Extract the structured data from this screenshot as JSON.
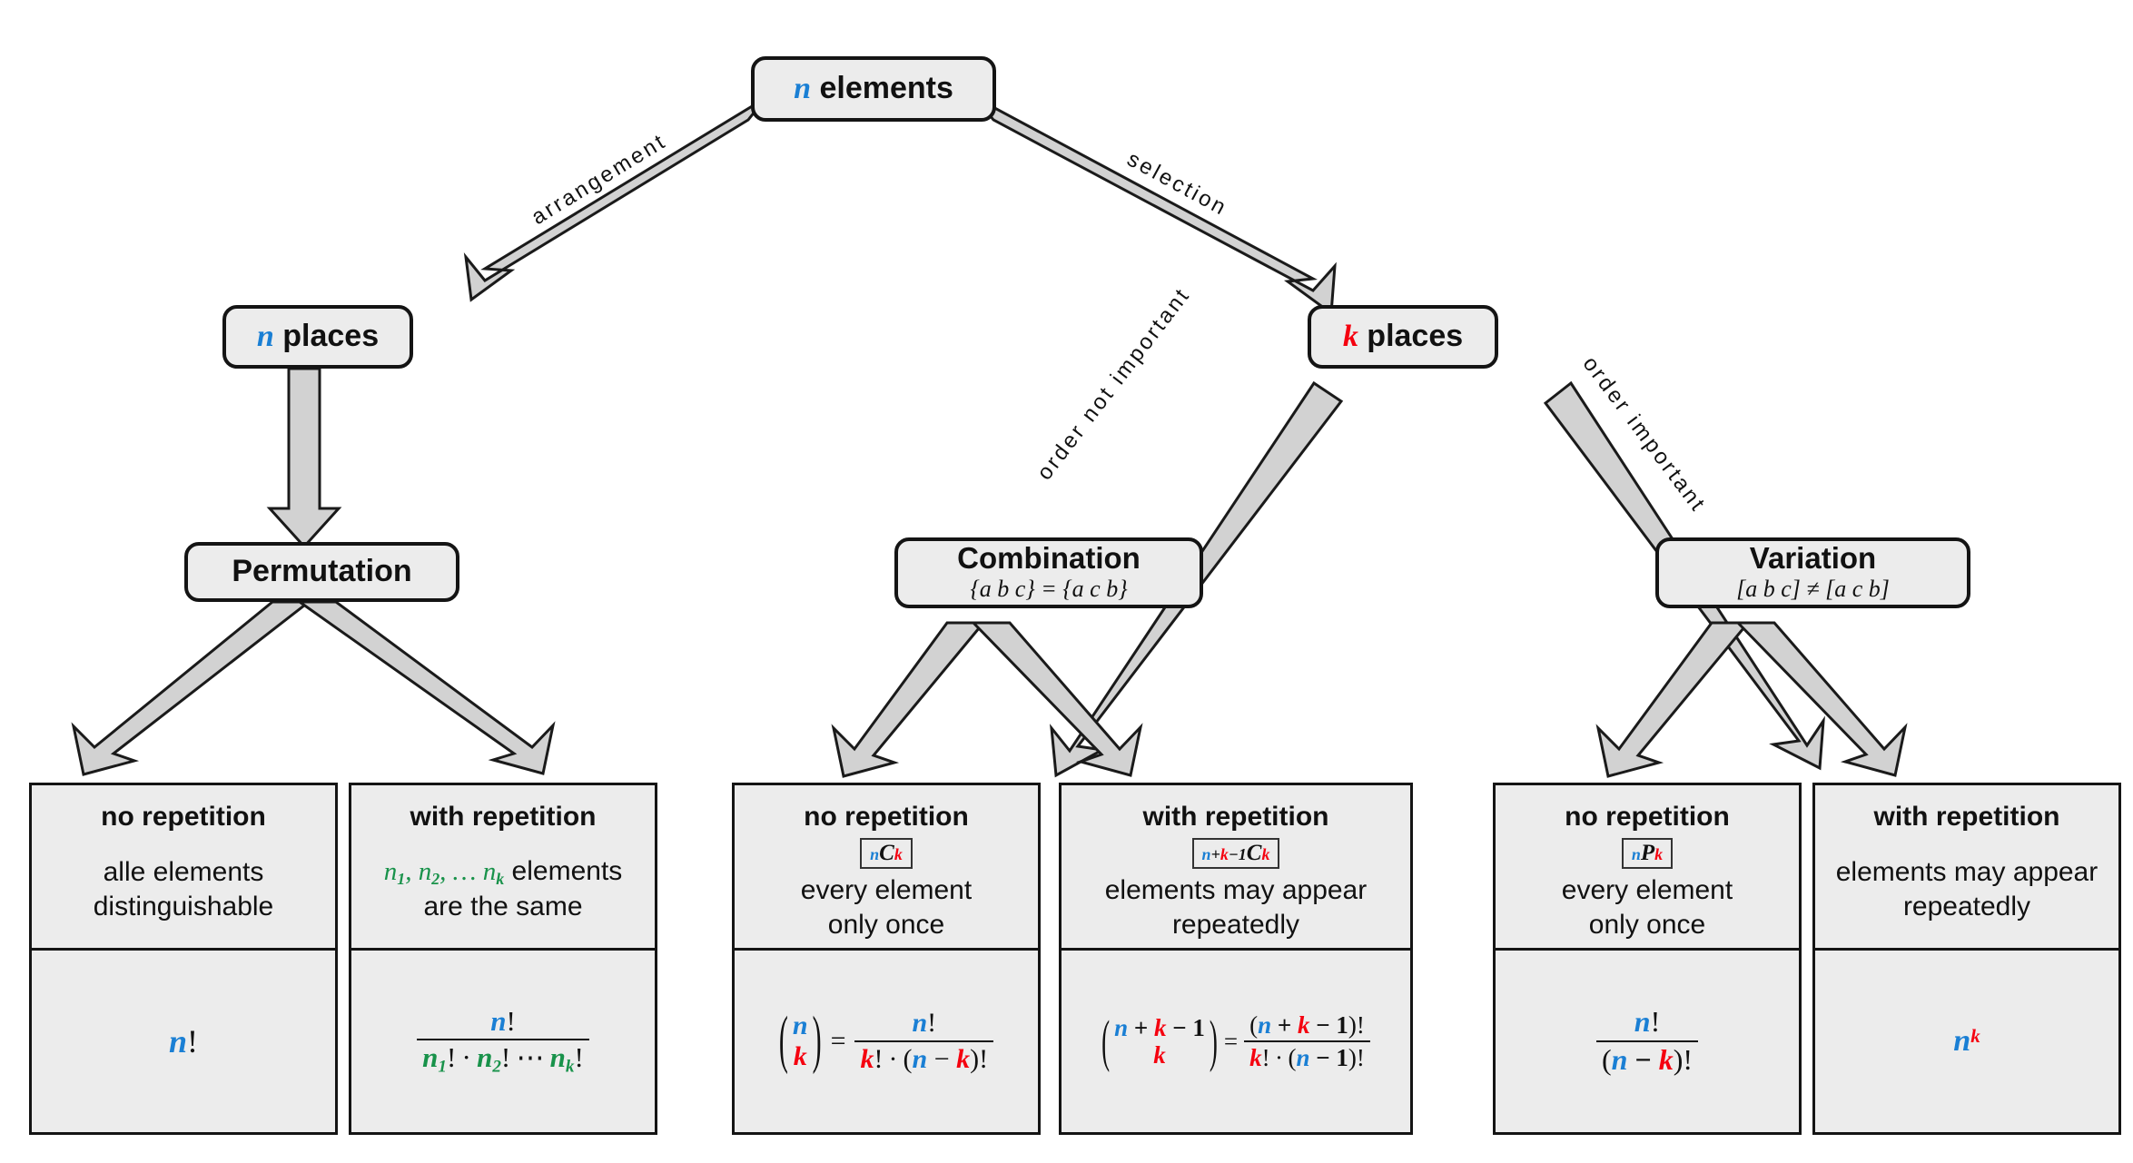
{
  "diagram": {
    "title": "Combinatorics decision tree",
    "colors": {
      "n_blue": "#1a7fd4",
      "k_red": "#f5000f",
      "ni_green": "#18924a",
      "node_fill": "#ececec",
      "stroke": "#141414",
      "arrow_fill": "#d2d2d2"
    }
  },
  "nodes": {
    "root": {
      "var": "n",
      "label": "elements"
    },
    "left2": {
      "var": "n",
      "label": "places"
    },
    "right2": {
      "var": "k",
      "label": "places"
    },
    "permutation": {
      "title": "Permutation",
      "sub": ""
    },
    "combination": {
      "title": "Combination",
      "sub": "{a b c} = {a c b}"
    },
    "variation": {
      "title": "Variation",
      "sub": "[a b c] ≠ [a c b]"
    }
  },
  "edge_labels": {
    "arrangement": "arrangement",
    "selection": "selection",
    "order_not_important": "order not important",
    "order_important": "order important"
  },
  "leaves": [
    {
      "head": "no repetition",
      "notation": "",
      "desc": "alle elements\ndistinguishable",
      "formula": "n!"
    },
    {
      "head": "with repetition",
      "notation": "",
      "desc": "n₁, n₂, … nₖ elements\nare the same",
      "formula": "n! / (n₁! · n₂! ⋯ nₖ!)"
    },
    {
      "head": "no repetition",
      "notation": "nCk",
      "desc": "every element\nonly once",
      "formula": "(n over k) = n! / (k! · (n − k)!)"
    },
    {
      "head": "with repetition",
      "notation": "n+k−1Ck",
      "desc": "elements may appear\nrepeatedly",
      "formula": "(n+k−1 over k) = (n + k − 1)! / (k! · (n − 1)!)"
    },
    {
      "head": "no repetition",
      "notation": "nPk",
      "desc": "every element\nonly once",
      "formula": "n! / (n − k)!"
    },
    {
      "head": "with repetition",
      "notation": "",
      "desc": "elements may appear\nrepeatedly",
      "formula": "n^k"
    }
  ],
  "text_parts": {
    "elements_word": "elements",
    "places_word": "places",
    "alle_elements": "alle elements",
    "distinguishable": "distinguishable",
    "are_the_same": "are the same",
    "elements_word2": "elements",
    "every_element": "every element",
    "only_once": "only once",
    "elements_may_appear": "elements may appear",
    "repeatedly": "repeatedly"
  }
}
